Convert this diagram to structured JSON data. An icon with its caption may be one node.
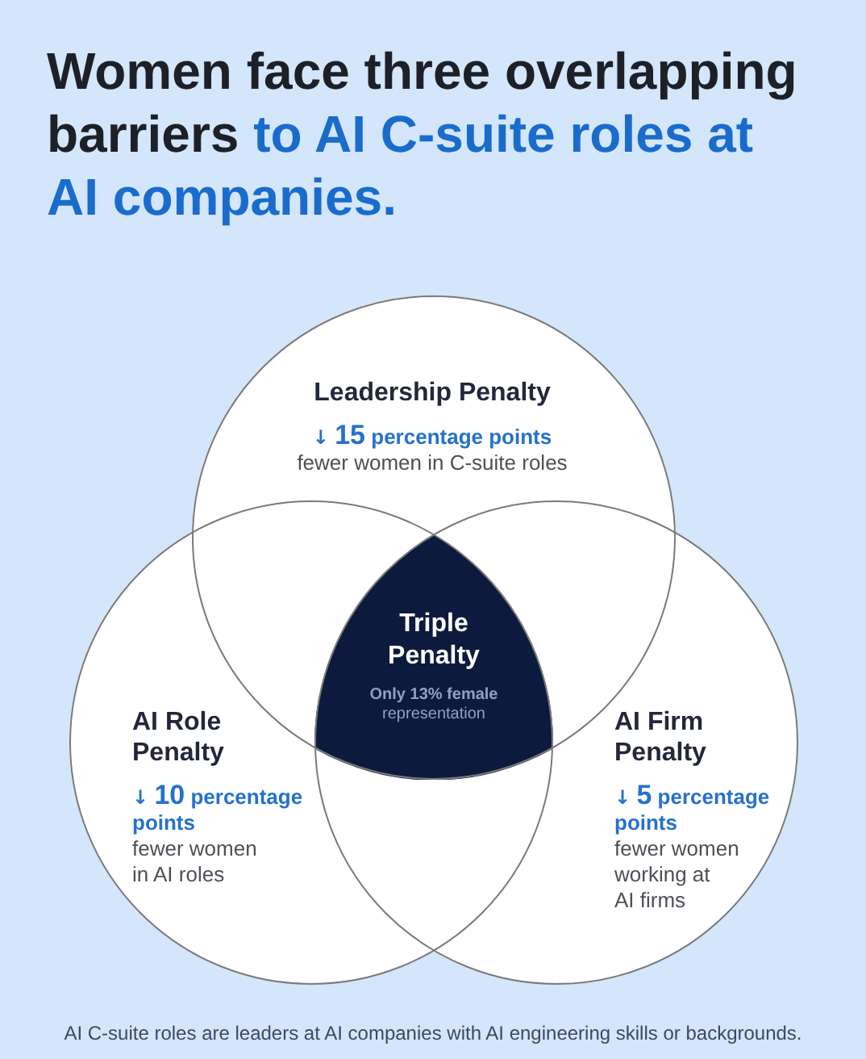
{
  "diagram": {
    "title": "Women face three overlapping barriers to AI C-suite roles at AI companies.",
    "nodes": [
      {
        "text": [
          "Leadership Penalty",
          "↓ 15 percentage points",
          "fewer women in C-suite roles"
        ]
      },
      {
        "text": [
          "Triple Penalty",
          "**Only 13% female** representation"
        ]
      },
      {
        "text": [
          "AI Role Penalty",
          "↓ 10 percentage points",
          "fewer women in AI roles"
        ]
      },
      {
        "text": [
          "AI Firm Penalty",
          "↓ 5 percentage points",
          "fewer women working at AI firms"
        ]
      }
    ],
    "caption": "AI C-suite roles are leaders at AI companies with AI engineering skills or backgrounds."
  }
}
